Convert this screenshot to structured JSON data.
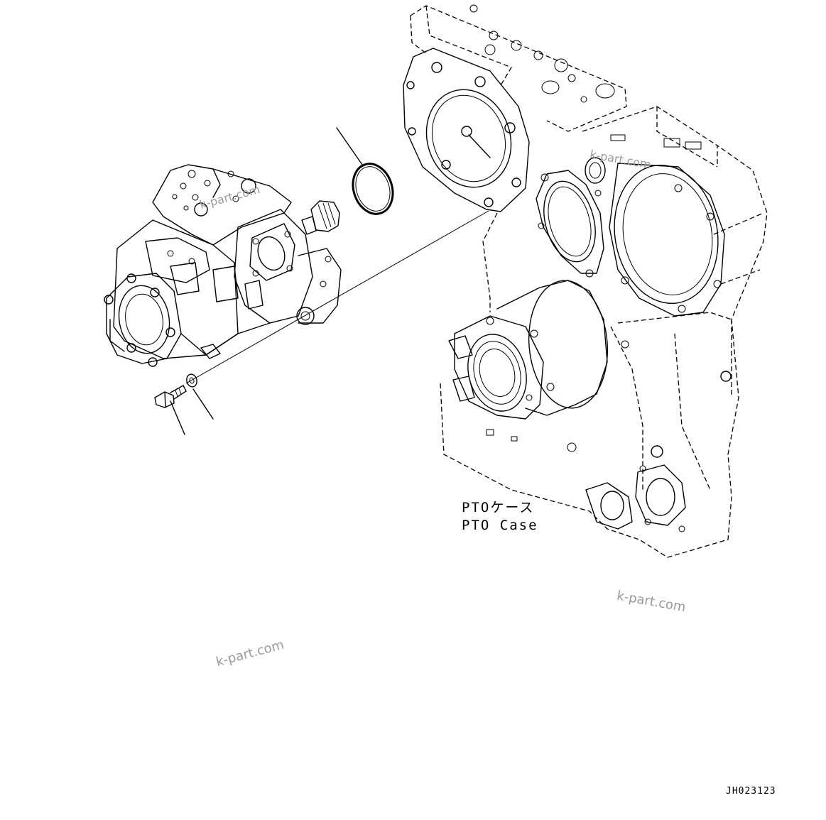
{
  "labels": {
    "pto_case_jp": "PTOケース",
    "pto_case_en": "PTO Case"
  },
  "watermark": "k-part.com",
  "drawing_code": "JH023123",
  "colors": {
    "line": "#000000",
    "watermark": "#9a9a9a",
    "background": "#ffffff"
  }
}
